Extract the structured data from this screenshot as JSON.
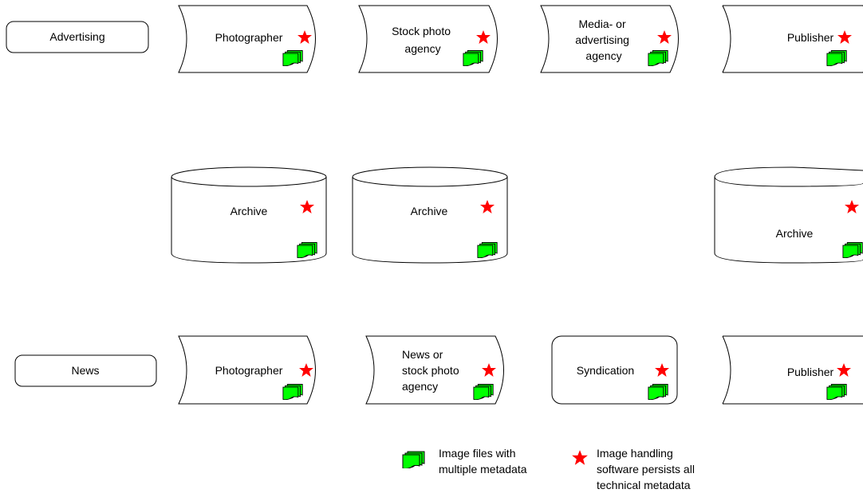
{
  "colors": {
    "background": "#ffffff",
    "stroke": "#000000",
    "star": "#ff0000",
    "image_files": "#00ff00"
  },
  "rows": {
    "advertising": {
      "label": "Advertising",
      "nodes": [
        {
          "lines": [
            "Photographer"
          ]
        },
        {
          "lines": [
            "Stock photo",
            "agency"
          ]
        },
        {
          "lines": [
            "Media- or",
            "advertising",
            "agency"
          ]
        },
        {
          "lines": [
            "Publisher"
          ]
        }
      ]
    },
    "archives": [
      {
        "label": "Archive"
      },
      {
        "label": "Archive"
      },
      {
        "label": "Archive"
      }
    ],
    "news": {
      "label": "News",
      "nodes": [
        {
          "lines": [
            "Photographer"
          ]
        },
        {
          "lines": [
            "News or",
            "stock photo",
            "agency"
          ]
        },
        {
          "lines": [
            "Syndication"
          ]
        },
        {
          "lines": [
            "Publisher"
          ]
        }
      ]
    }
  },
  "legend": {
    "image_files": {
      "icon": "image-stack-icon",
      "lines": [
        "Image files with",
        "multiple metadata"
      ]
    },
    "software": {
      "icon": "star-icon",
      "lines": [
        "Image handling",
        "software persists all",
        "technical metadata"
      ]
    }
  }
}
